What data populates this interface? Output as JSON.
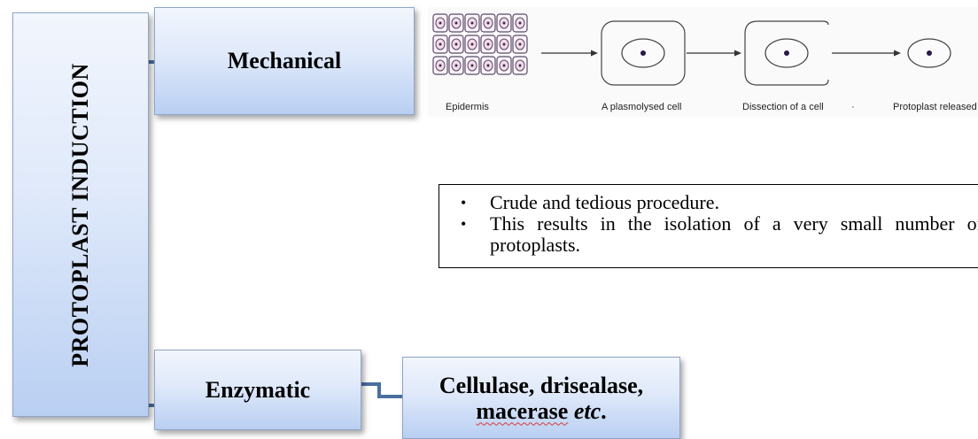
{
  "root": {
    "label": "PROTOPLAST INDUCTION"
  },
  "mechanical": {
    "label": "Mechanical",
    "figure": {
      "captions": [
        "Epidermis",
        "A plasmolysed cell",
        "Dissection of a cell",
        "Protoplast released"
      ]
    },
    "notes": [
      "Crude and tedious procedure.",
      "This results in the isolation of a very small number of protoplasts."
    ]
  },
  "enzymatic": {
    "label": "Enzymatic",
    "methods_line1": "Cellulase, drisealase,",
    "methods_line2_word": "macerase",
    "methods_line2_etc": "etc",
    "methods_line2_end": "."
  },
  "colors": {
    "connector": "#4a6fa0",
    "box_top": "#f2f6fd",
    "box_bottom": "#b9cff2"
  }
}
